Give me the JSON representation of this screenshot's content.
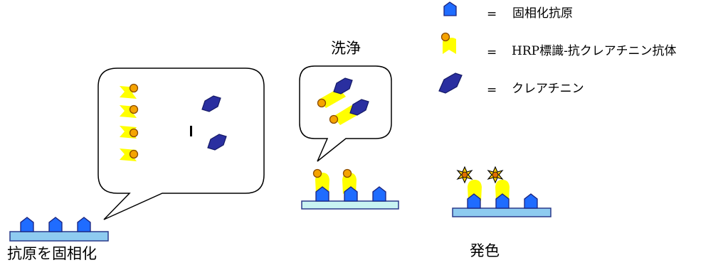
{
  "legend": {
    "items": [
      {
        "icon": "immobilized-antigen-icon",
        "eq": "=",
        "text": "固相化抗原"
      },
      {
        "icon": "hrp-antibody-icon",
        "eq": "=",
        "text": "HRP標識-抗クレアチニン抗体"
      },
      {
        "icon": "creatinine-icon",
        "eq": "=",
        "text": "クレアチニン"
      }
    ]
  },
  "stages": {
    "immobilize": {
      "label": "抗原を固相化"
    },
    "wash": {
      "label": "洗浄"
    },
    "color": {
      "label": "発色"
    }
  },
  "colors": {
    "antigen_fill": "#1f6cff",
    "antigen_stroke": "#1a237e",
    "plate_fill": "#8ecbf0",
    "plate_wash_fill": "#c8f3f2",
    "antibody_yellow": "#ffff00",
    "hrp_orange": "#f5a300",
    "creatinine_fill": "#2a2fa0",
    "star_yellow": "#ffd200"
  }
}
